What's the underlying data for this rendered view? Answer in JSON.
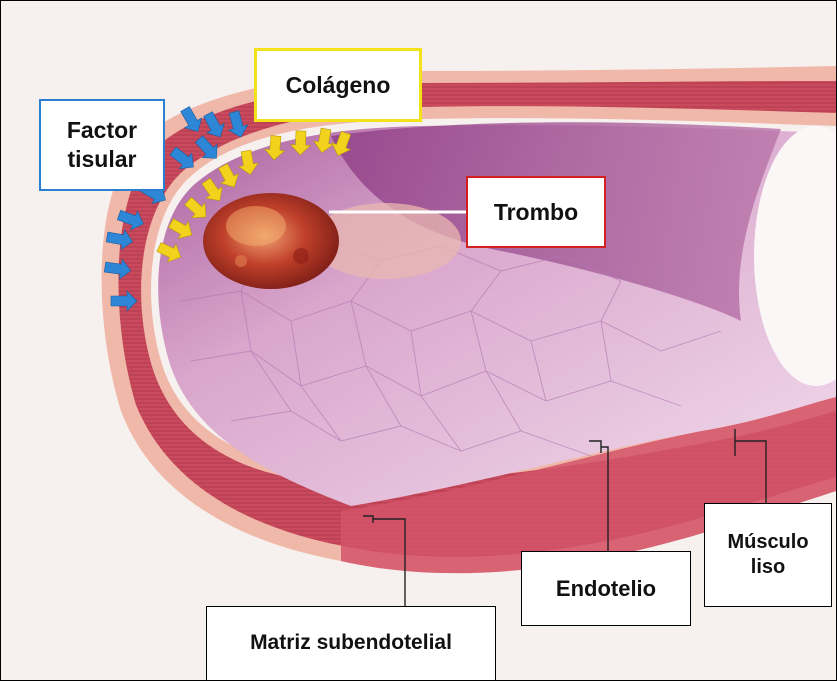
{
  "labels": {
    "factor_tisular": "Factor\ntisular",
    "colageno": "Colágeno",
    "trombo": "Trombo",
    "musculo_liso": "Músculo\nliso",
    "endotelio": "Endotelio",
    "matriz_subendotelial": "Matriz subendotelial"
  },
  "colors": {
    "factor_arrows": "#2e86d6",
    "collagen_arrows": "#f2d21c",
    "vessel_wall": "#c84a5a",
    "lumen": "#e8c3dc",
    "thrombus": "#b8321e",
    "factor_border": "#2a7fd0",
    "collagen_border": "#f3e21a",
    "trombo_border": "#d42020"
  }
}
